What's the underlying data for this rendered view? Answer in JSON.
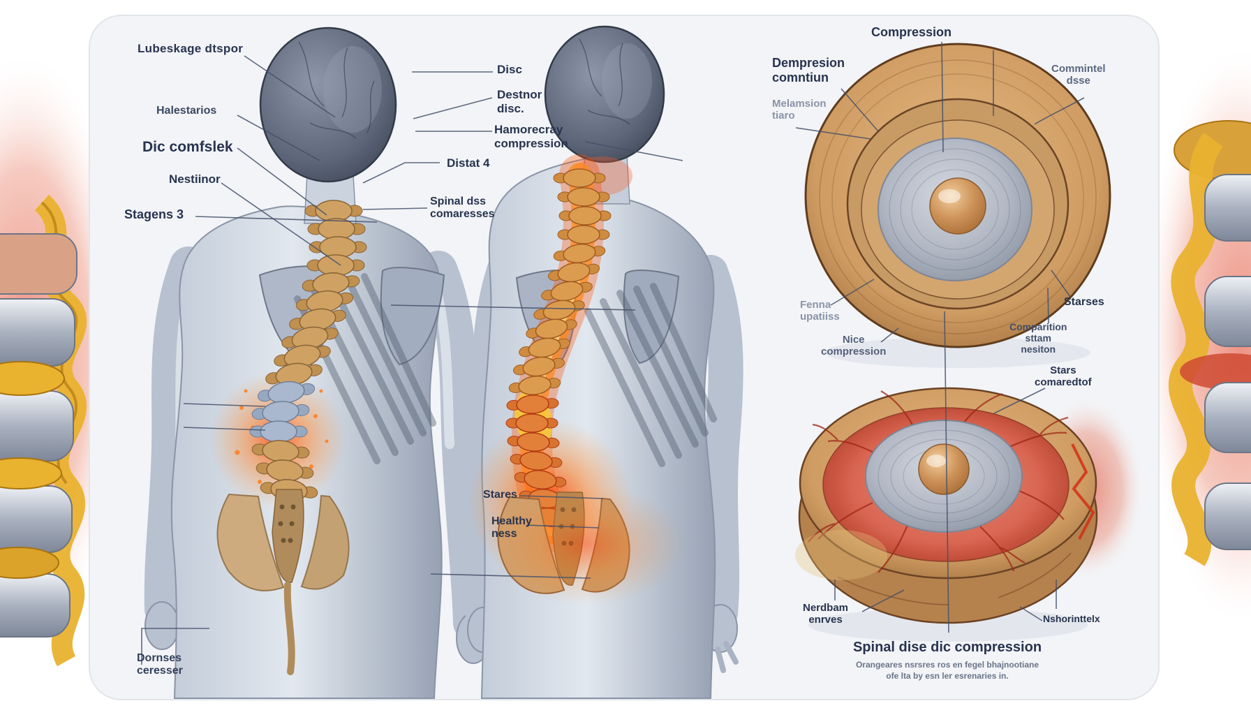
{
  "labels": {
    "lubeskage_dtspor": "Lubeskage dtspor",
    "halestarios": "Halestarios",
    "dic_comfslek": "Dic comfslek",
    "nestiinor": "Nestiinor",
    "stagens_3": "Stagens 3",
    "dornses": "Dornses\nceresser",
    "disc": "Disc",
    "destnor_disc": "Destnor\ndisc.",
    "hamorecray_compression": "Hamorecray\ncompression",
    "distat_4": "Distat 4",
    "spinal_dss_comaresses": "Spinal dss\ncomaresses",
    "stares": "Stares",
    "healthy_ness": "Healthy\nness",
    "compression": "Compression",
    "dempresion_comntiun": "Dempresion\ncomntiun",
    "melamsion_tiaro": "Melamsion\ntiaro",
    "commintel_dsse": "Commintel\ndsse",
    "fenna_upatiiss": "Fenna\nupatiiss",
    "nice_compression": "Nice\ncompression",
    "starses": "Starses",
    "comparition_sttam_nesiton": "Comparition\nsttam\nnesiton",
    "stars_comaredtof": "Stars\ncomaredtof",
    "nerdbam_enrves": "Nerdbam\nenrves",
    "nshorinttelx": "Nshorinttelx"
  },
  "caption": {
    "title": "Spinal dise dic compression",
    "subtitle": "Orangeares nsrsres ros en fegel bhajnootiane\nofe lta by esn ler esrenaries in."
  },
  "colors": {
    "panel": "#f2f4f7",
    "label_text": "#28334f",
    "muted_label": "#8a94a8",
    "inflamed_red": "#ff4d00",
    "disc_tan": "#cf9c63",
    "disc_gray": "#b2b8c4",
    "nucleus_copper": "#cd9258",
    "inflamed_ring": "#d96250",
    "ligament_amber": "#e9b22f",
    "bone_tan": "#cfa263",
    "skeleton_silver": "#b8c1d0"
  }
}
